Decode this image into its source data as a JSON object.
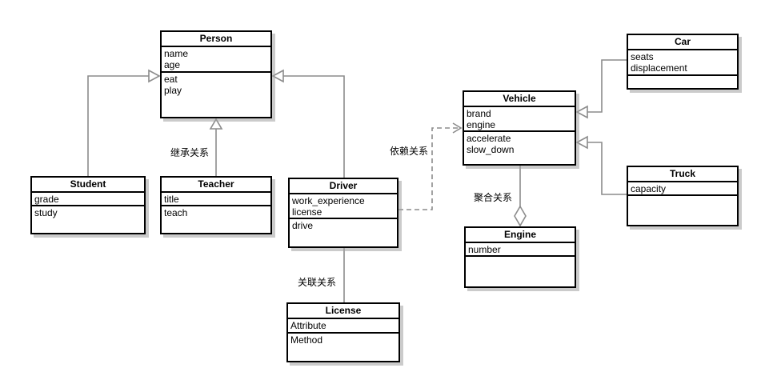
{
  "diagram": {
    "type": "uml-class-diagram",
    "classes": {
      "person": {
        "title": "Person",
        "attributes": [
          "name",
          "age"
        ],
        "methods": [
          "eat",
          "play"
        ]
      },
      "student": {
        "title": "Student",
        "attributes": [
          "grade"
        ],
        "methods": [
          "study"
        ]
      },
      "teacher": {
        "title": "Teacher",
        "attributes": [
          "title"
        ],
        "methods": [
          "teach"
        ]
      },
      "driver": {
        "title": "Driver",
        "attributes": [
          "work_experience",
          "license"
        ],
        "methods": [
          "drive"
        ]
      },
      "license": {
        "title": "License",
        "attributes": [
          "Attribute"
        ],
        "methods": [
          "Method"
        ]
      },
      "vehicle": {
        "title": "Vehicle",
        "attributes": [
          "brand",
          "engine"
        ],
        "methods": [
          "accelerate",
          "slow_down"
        ]
      },
      "engine": {
        "title": "Engine",
        "attributes": [
          "number"
        ],
        "methods": []
      },
      "car": {
        "title": "Car",
        "attributes": [
          "seats",
          "displacement"
        ],
        "methods": []
      },
      "truck": {
        "title": "Truck",
        "attributes": [
          "capacity"
        ],
        "methods": []
      }
    },
    "relationship_labels": {
      "inheritance": "继承关系",
      "dependency": "依赖关系",
      "association": "关联关系",
      "aggregation": "聚合关系"
    },
    "relationships": [
      {
        "from": "Student",
        "to": "Person",
        "kind": "generalization"
      },
      {
        "from": "Teacher",
        "to": "Person",
        "kind": "generalization"
      },
      {
        "from": "Driver",
        "to": "Person",
        "kind": "generalization"
      },
      {
        "from": "Driver",
        "to": "License",
        "kind": "association"
      },
      {
        "from": "Driver",
        "to": "Vehicle",
        "kind": "dependency"
      },
      {
        "from": "Vehicle",
        "to": "Engine",
        "kind": "aggregation"
      },
      {
        "from": "Car",
        "to": "Vehicle",
        "kind": "generalization"
      },
      {
        "from": "Truck",
        "to": "Vehicle",
        "kind": "generalization"
      }
    ],
    "colors": {
      "box_border": "#000000",
      "box_fill": "#ffffff",
      "connector": "#8c8c8c",
      "shadow": "#a0a0a0",
      "background": "#ffffff",
      "text": "#000000"
    }
  }
}
